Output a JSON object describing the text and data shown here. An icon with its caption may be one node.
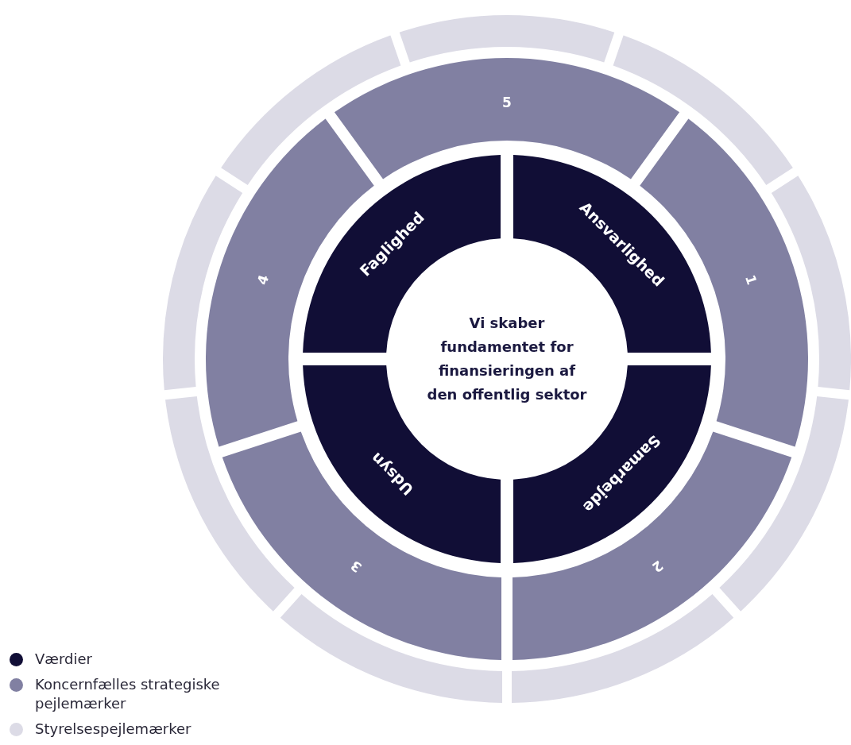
{
  "diagram": {
    "nodes": [
      {
        "text": [
          "Vi skaber fundamentet for finansieringen af den offentlig sektor"
        ]
      },
      {
        "text": [
          "Faglighed"
        ]
      },
      {
        "text": [
          "Ansvarlighed"
        ]
      },
      {
        "text": [
          "Udsyn"
        ]
      },
      {
        "text": [
          "Samarbejde"
        ]
      },
      {
        "text": [
          "5"
        ]
      },
      {
        "text": [
          "1"
        ]
      },
      {
        "text": [
          "2"
        ]
      },
      {
        "text": [
          "3"
        ]
      },
      {
        "text": [
          "4"
        ]
      },
      {
        "text": [],
        "shape": "arc"
      },
      {
        "text": [],
        "shape": "arc"
      },
      {
        "text": [],
        "shape": "arc"
      },
      {
        "text": [],
        "shape": "arc"
      },
      {
        "text": [],
        "shape": "arc"
      },
      {
        "text": [],
        "shape": "arc"
      },
      {
        "text": [],
        "shape": "arc"
      },
      {
        "text": [],
        "shape": "arc"
      },
      {
        "text": [],
        "shape": "arc"
      }
    ],
    "legend": [
      {
        "text": "Værdier",
        "color": "#110e36"
      },
      {
        "text": "Koncernfælles strategiske pejlemærker",
        "color": "#8180a2"
      },
      {
        "text": "Styrelsespejlemærker",
        "color": "#dcdbe6"
      }
    ]
  }
}
